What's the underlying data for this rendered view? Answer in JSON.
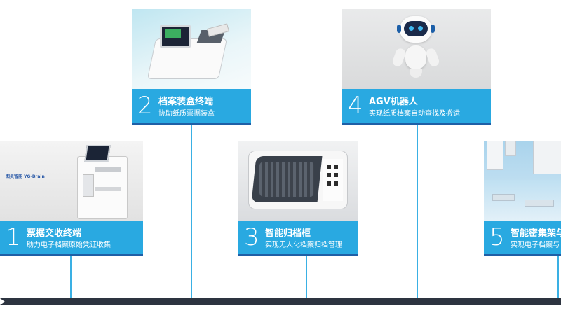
{
  "cards": [
    {
      "number": "1",
      "title": "票据交收终端",
      "subtitle": "助力电子档案原始凭证收集",
      "brand": "图灵智能 YG-Brain"
    },
    {
      "number": "2",
      "title": "档案装盒终端",
      "subtitle": "协助纸质票据装盒"
    },
    {
      "number": "3",
      "title": "智能归档柜",
      "subtitle": "实现无人化档案归档管理"
    },
    {
      "number": "4",
      "title": "AGV机器人",
      "subtitle": "实现纸质档案自动查找及搬运"
    },
    {
      "number": "5",
      "title": "智能密集架与",
      "subtitle": "实现电子档案与"
    }
  ],
  "colors": {
    "caption_bg": "#29a9e1",
    "caption_border": "#1f5fa6",
    "connector": "#3ab0e4",
    "timeline": "#2d3440"
  },
  "icons": [
    "terminal-device-image",
    "boxing-terminal-image",
    "archive-cabinet-image",
    "robot-image",
    "shelving-image"
  ]
}
